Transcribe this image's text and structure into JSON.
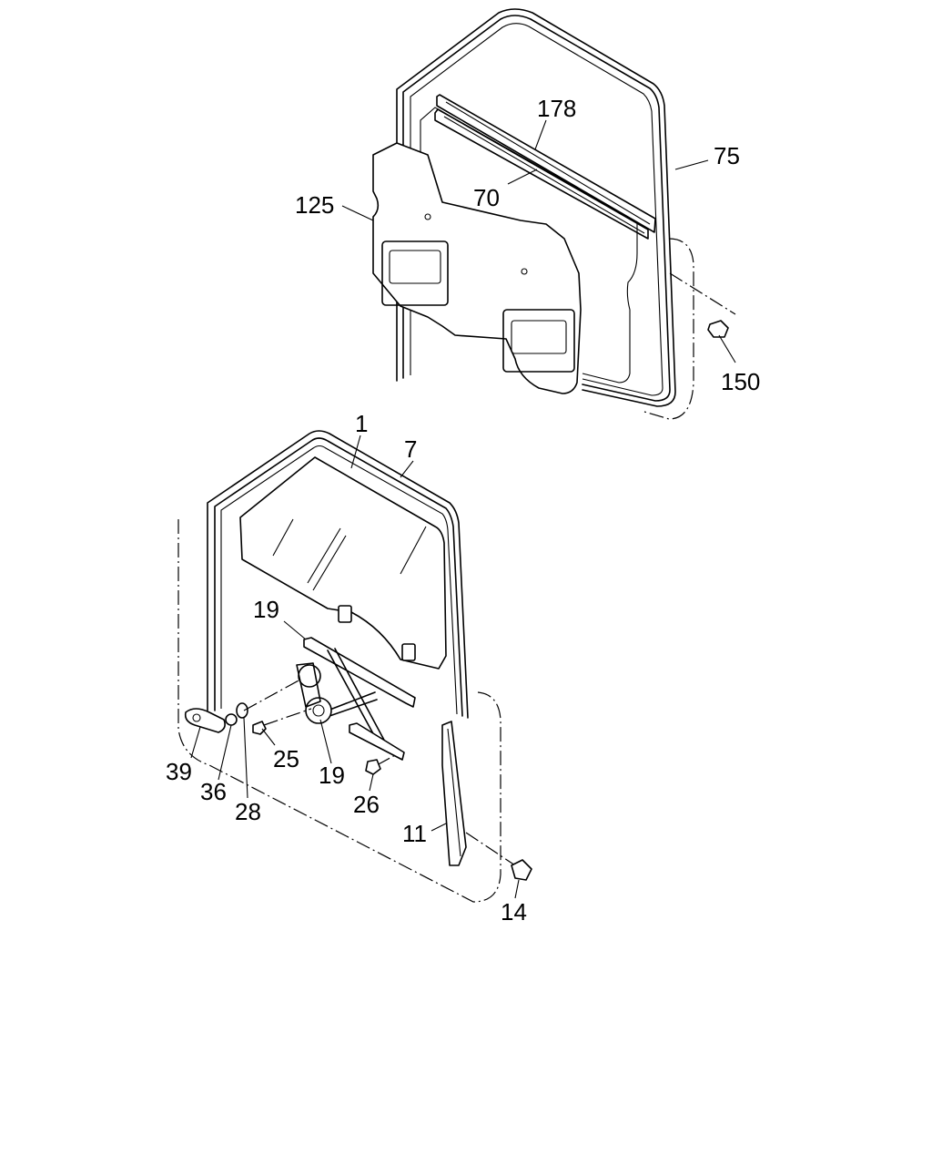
{
  "callouts": {
    "c178": "178",
    "c75": "75",
    "c125": "125",
    "c70": "70",
    "c150": "150",
    "c1": "1",
    "c7": "7",
    "c19a": "19",
    "c19b": "19",
    "c25": "25",
    "c39": "39",
    "c36": "36",
    "c28": "28",
    "c26": "26",
    "c11": "11",
    "c14": "14"
  }
}
